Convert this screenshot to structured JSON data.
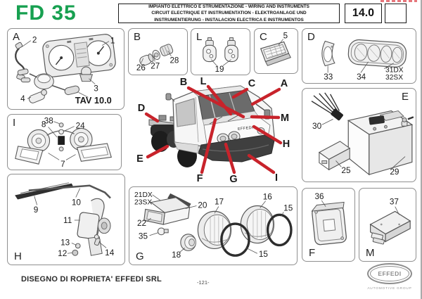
{
  "header": {
    "model": "FD 35",
    "title_lines": [
      "IMPIANTO ELETTRICO E STRUMENTAZIONE - WIRING AND INSTRUMENTS",
      "CIRCUIT ELECTRIQUE ET INSTRUMENTATION - ELEKTROANLAGE UND",
      "INSTRUMENTIERUNG - INSTALACION ELECTRICA E INSTRUMENTOS"
    ],
    "section_number": "14.0"
  },
  "panels": {
    "a": {
      "letter": "A",
      "c1": "1",
      "c2": "2",
      "c3": "3",
      "c4": "4",
      "tav": "TAV 10.0"
    },
    "b": {
      "letter": "B",
      "c26": "26",
      "c27": "27",
      "c28": "28"
    },
    "l": {
      "letter": "L",
      "c19": "19"
    },
    "c": {
      "letter": "C",
      "c5": "5"
    },
    "d": {
      "letter": "D",
      "c33": "33",
      "c34": "34",
      "c31": "31DX",
      "c32": "32SX"
    },
    "e": {
      "letter": "E",
      "c30": "30",
      "c25": "25",
      "c29": "29"
    },
    "i": {
      "letter": "I",
      "c38": "38",
      "c24": "24",
      "c8": "8",
      "c7": "7"
    },
    "h": {
      "letter": "H",
      "c9": "9",
      "c10": "10",
      "c11": "11",
      "c13": "13",
      "c12": "12",
      "c14": "14"
    },
    "g": {
      "letter": "G",
      "c21": "21DX",
      "c23": "23SX",
      "c20": "20",
      "c22": "22",
      "c35": "35",
      "c18": "18",
      "c17": "17",
      "c16": "16",
      "c15a": "15",
      "c15b": "15"
    },
    "f": {
      "letter": "F",
      "c36": "36"
    },
    "m": {
      "letter": "M",
      "c37": "37"
    }
  },
  "truck": {
    "brand": "EFFEDI",
    "lb": "B",
    "ll": "L",
    "lc": "C",
    "la": "A",
    "ld": "D",
    "lm": "M",
    "lh": "H",
    "le": "E",
    "lf": "F",
    "lg": "G",
    "li": "I"
  },
  "footer": {
    "copyright": "DISEGNO DI ROPRIETA' EFFEDI SRL",
    "page": "-121-",
    "logo_text": "EFFEDI",
    "logo_subtext": "AUTOMOTIVE GROUP"
  },
  "colors": {
    "accent_green": "#17a050",
    "callout_red": "#c8232b"
  }
}
